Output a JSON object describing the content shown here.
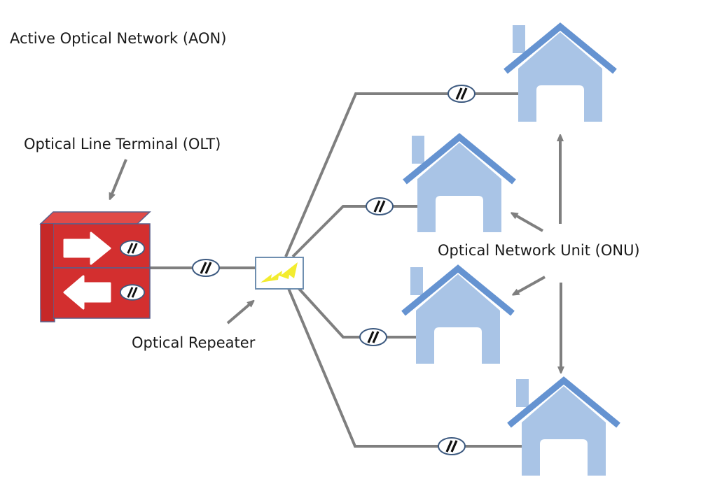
{
  "title": "Active Optical Network (AON)",
  "labels": {
    "olt": "Optical Line Terminal (OLT)",
    "repeater": "Optical Repeater",
    "onu": "Optical Network Unit (ONU)"
  },
  "components": {
    "olt": {
      "ports": [
        {
          "direction": "downstream",
          "arrow": "right-arrow"
        },
        {
          "direction": "upstream",
          "arrow": "left-arrow"
        }
      ]
    },
    "repeater": {
      "icon": "lightning-bolt-icon"
    },
    "houses": [
      "onu-1",
      "onu-2",
      "onu-3",
      "onu-4"
    ]
  },
  "colors": {
    "olt_red": "#d32f2f",
    "house_body": "#a9c4e6",
    "house_roof": "#6593d1",
    "wire": "#7f7f7f",
    "bolt": "#f3ec2f"
  }
}
